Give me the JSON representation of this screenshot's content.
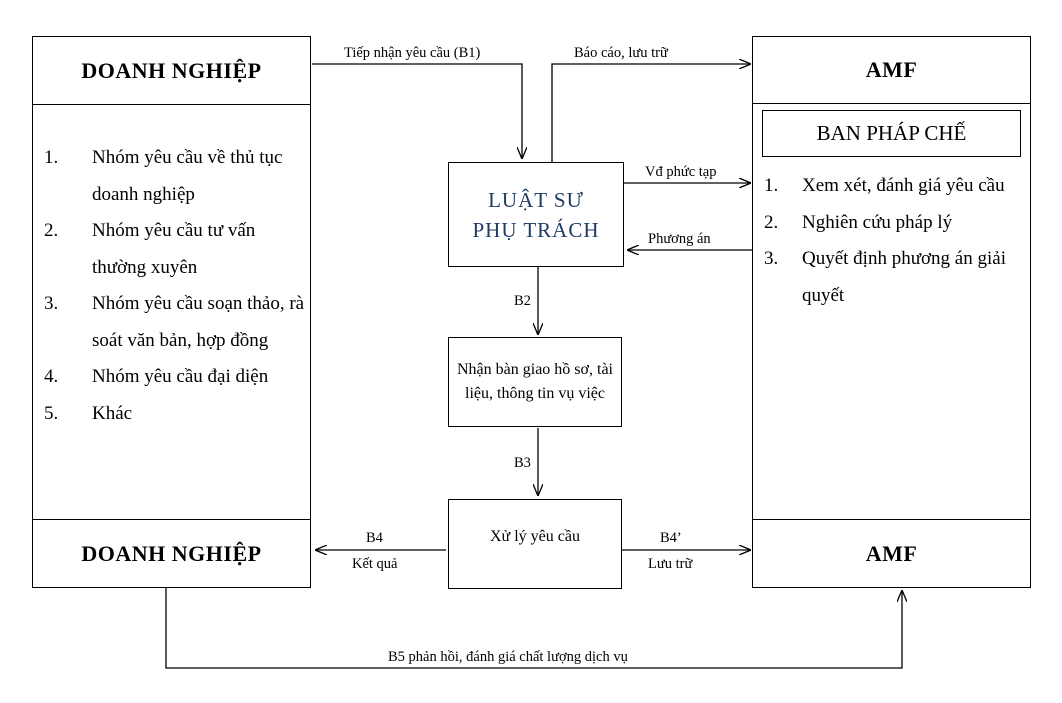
{
  "left": {
    "top_title": "DOANH NGHIỆP",
    "bottom_title": "DOANH NGHIỆP",
    "items": [
      {
        "num": "1.",
        "text": "Nhóm yêu cầu về thủ tục doanh nghiệp"
      },
      {
        "num": "2.",
        "text": "Nhóm yêu cầu tư vấn thường xuyên"
      },
      {
        "num": "3.",
        "text": "Nhóm yêu cầu soạn thảo, rà soát văn bản, hợp đồng"
      },
      {
        "num": "4.",
        "text": "Nhóm yêu cầu đại diện"
      },
      {
        "num": "5.",
        "text": "Khác"
      }
    ]
  },
  "right": {
    "top_title": "AMF",
    "bottom_title": "AMF",
    "subtitle": "BAN PHÁP CHẾ",
    "items": [
      {
        "num": "1.",
        "text": "Xem xét, đánh giá yêu cầu"
      },
      {
        "num": "2.",
        "text": "Nghiên cứu pháp lý"
      },
      {
        "num": "3.",
        "text": "Quyết định phương án giải quyết"
      }
    ]
  },
  "center": {
    "lawyer": "LUẬT SƯ PHỤ TRÁCH",
    "handover": "Nhận bàn giao hồ sơ, tài liệu, thông tin vụ việc",
    "process": "Xử lý yêu cầu"
  },
  "labels": {
    "b1": "Tiếp nhận yêu cầu (B1)",
    "report": "Báo cáo, lưu trữ",
    "complex": "Vđ phức tạp",
    "solution": "Phương án",
    "b2": "B2",
    "b3": "B3",
    "b4": "B4",
    "result": "Kết quả",
    "b4p": "B4’",
    "archive": "Lưu trữ",
    "b5": "B5 phản hồi, đánh giá chất lượng dịch vụ"
  },
  "colors": {
    "lawyer_text": "#1f3b64",
    "line": "#000000"
  }
}
